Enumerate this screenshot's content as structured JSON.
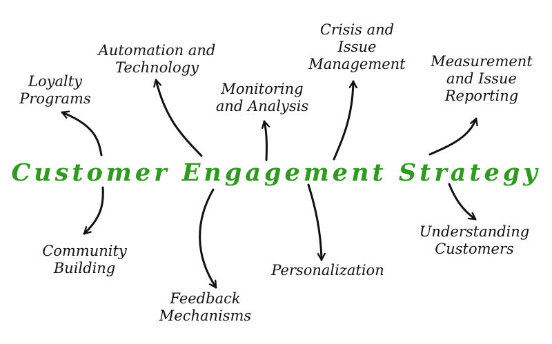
{
  "title": {
    "text": "Customer Engagement Strategy",
    "color": "#2e9a1e"
  },
  "nodes": [
    {
      "id": "loyalty-programs",
      "lines": [
        "Loyalty",
        "Programs"
      ]
    },
    {
      "id": "automation-and-technology",
      "lines": [
        "Automation and",
        "Technology"
      ]
    },
    {
      "id": "monitoring-and-analysis",
      "lines": [
        "Monitoring",
        "and Analysis"
      ]
    },
    {
      "id": "crisis-and-issue-management",
      "lines": [
        "Crisis and",
        "Issue",
        "Management"
      ]
    },
    {
      "id": "measurement-and-issue-reporting",
      "lines": [
        "Measurement",
        "and Issue",
        "Reporting"
      ]
    },
    {
      "id": "community-building",
      "lines": [
        "Community",
        "Building"
      ]
    },
    {
      "id": "feedback-mechanisms",
      "lines": [
        "Feedback",
        "Mechanisms"
      ]
    },
    {
      "id": "personalization",
      "lines": [
        "Personalization"
      ]
    },
    {
      "id": "understanding-customers",
      "lines": [
        "Understanding",
        "Customers"
      ]
    }
  ]
}
